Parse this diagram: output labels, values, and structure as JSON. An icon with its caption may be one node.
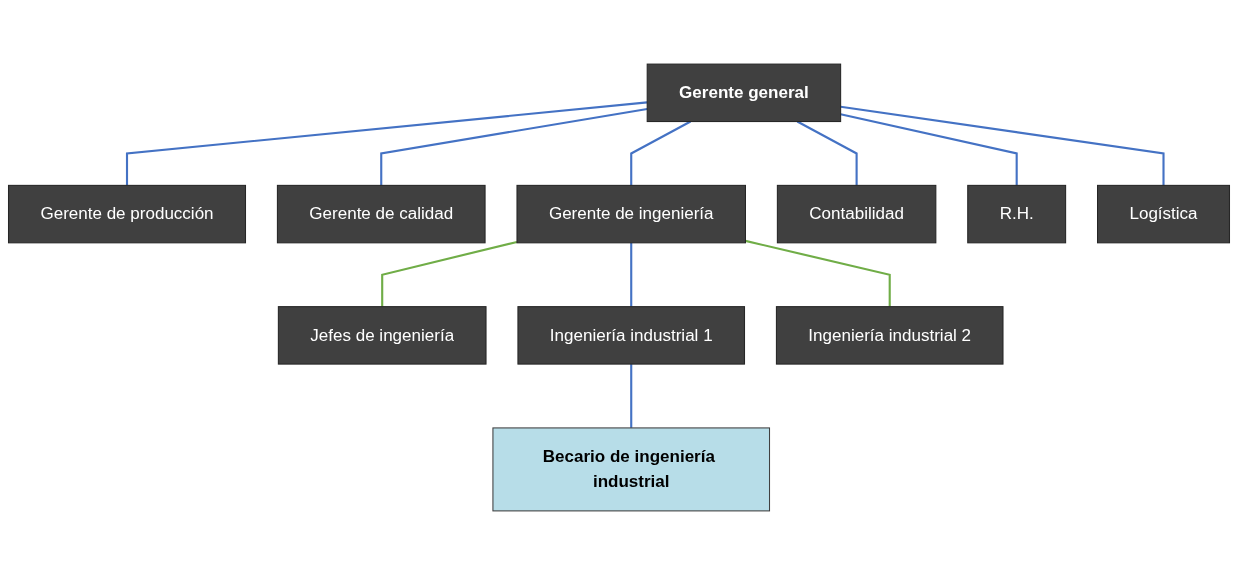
{
  "diagram": {
    "nodes": [
      {
        "text": [
          "Gerente general"
        ]
      },
      {
        "text": [
          "Gerente de producción"
        ]
      },
      {
        "text": [
          "Gerente de calidad"
        ]
      },
      {
        "text": [
          "Gerente de ingeniería"
        ]
      },
      {
        "text": [
          "Contabilidad"
        ]
      },
      {
        "text": [
          "R.H."
        ]
      },
      {
        "text": [
          "Logística"
        ]
      },
      {
        "text": [
          "Jefes de ingeniería"
        ]
      },
      {
        "text": [
          "Ingeniería industrial 1"
        ]
      },
      {
        "text": [
          "Ingeniería industrial 2"
        ]
      },
      {
        "text": [
          "Becario de ingeniería industrial"
        ]
      }
    ],
    "edges": [
      {
        "from": 0,
        "to": 1,
        "arrow": "none"
      },
      {
        "from": 0,
        "to": 2,
        "arrow": "none"
      },
      {
        "from": 0,
        "to": 3,
        "arrow": "none"
      },
      {
        "from": 0,
        "to": 4,
        "arrow": "none"
      },
      {
        "from": 0,
        "to": 5,
        "arrow": "none"
      },
      {
        "from": 0,
        "to": 6,
        "arrow": "none"
      },
      {
        "from": 3,
        "to": 7,
        "arrow": "none",
        "color": "#70ad47"
      },
      {
        "from": 3,
        "to": 8,
        "arrow": "none"
      },
      {
        "from": 3,
        "to": 9,
        "arrow": "none",
        "color": "#70ad47"
      },
      {
        "from": 8,
        "to": 10,
        "arrow": "none"
      }
    ]
  }
}
